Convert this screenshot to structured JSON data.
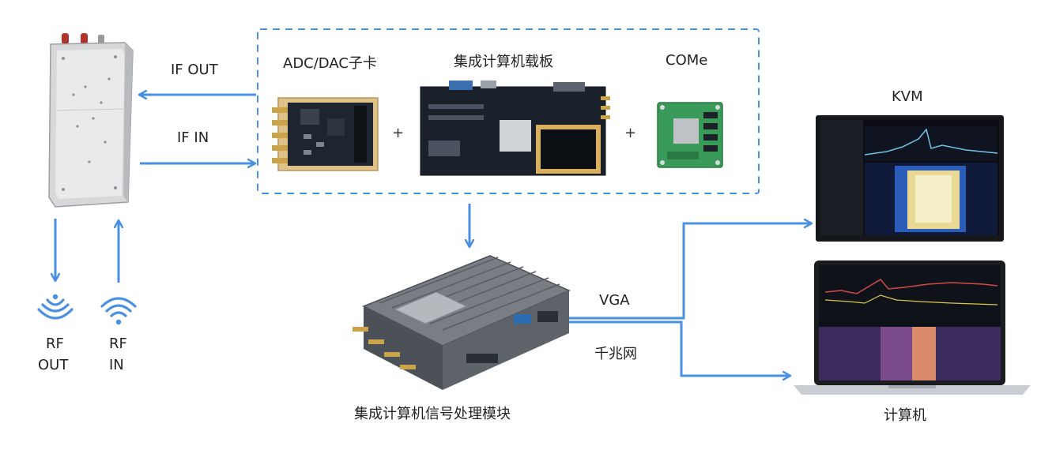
{
  "labels": {
    "if_out": "IF OUT",
    "if_in": "IF IN",
    "adc_dac": "ADC/DAC子卡",
    "carrier": "集成计算机载板",
    "come": "COMe",
    "plus": "+",
    "kvm": "KVM",
    "vga": "VGA",
    "gigabit": "千兆网",
    "rf_out_1": "RF",
    "rf_out_2": "OUT",
    "rf_in_1": "RF",
    "rf_in_2": "IN",
    "module": "集成计算机信号处理模块",
    "computer": "计算机"
  },
  "colors": {
    "arrow": "#4a90e2",
    "dashed_border": "#4a90e2",
    "pcb_gold": "#d9b36a",
    "pcb_dark": "#1f2630",
    "come_green": "#3a9a5a",
    "chassis": "#6b6f75"
  }
}
